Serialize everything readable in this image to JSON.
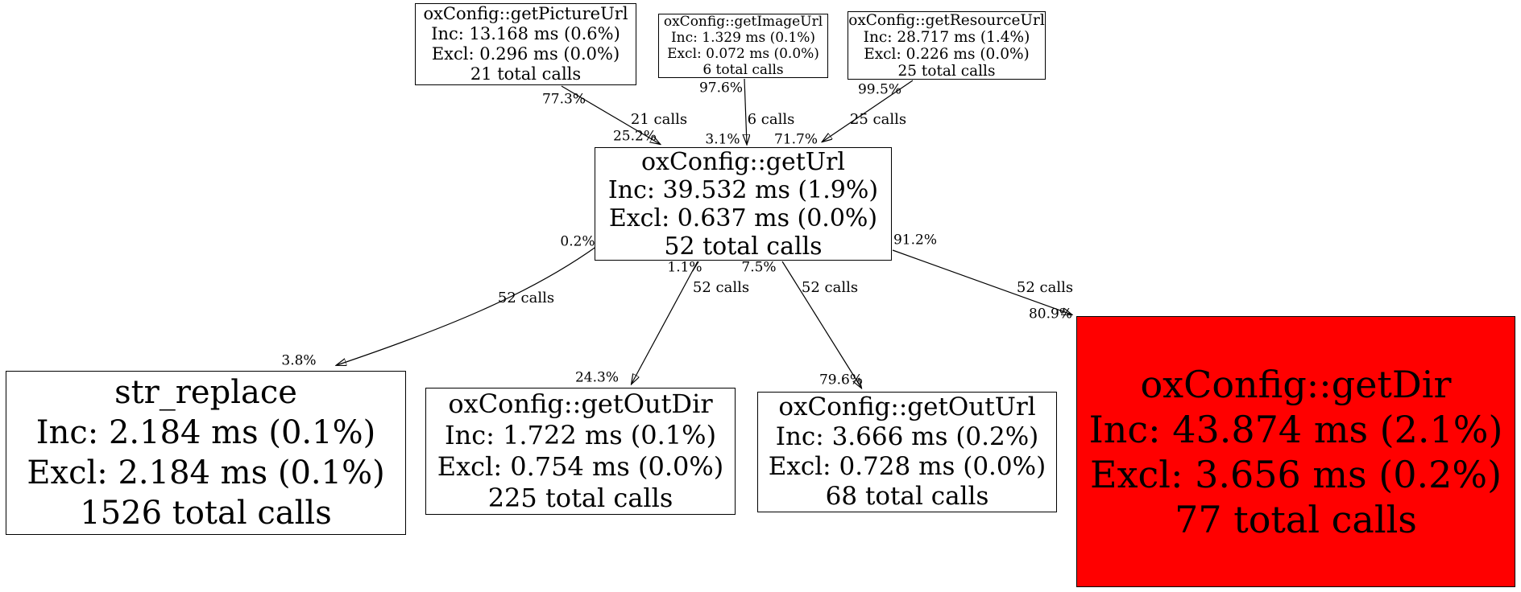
{
  "background": "#ffffff",
  "colors": {
    "node_fill": "#ffffff",
    "hot_node_fill": "#ff0000",
    "node_border": "#000000",
    "text": "#000000",
    "edge": "#000000"
  },
  "nodes": {
    "getPictureUrl": {
      "title": "oxConfig::getPictureUrl",
      "inc": "Inc: 13.168 ms (0.6%)",
      "excl": "Excl: 0.296 ms (0.0%)",
      "total_calls": "21 total calls"
    },
    "getImageUrl": {
      "title": "oxConfig::getImageUrl",
      "inc": "Inc: 1.329 ms (0.1%)",
      "excl": "Excl: 0.072 ms (0.0%)",
      "total_calls": "6 total calls"
    },
    "getResourceUrl": {
      "title": "oxConfig::getResourceUrl",
      "inc": "Inc: 28.717 ms (1.4%)",
      "excl": "Excl: 0.226 ms (0.0%)",
      "total_calls": "25 total calls"
    },
    "getUrl": {
      "title": "oxConfig::getUrl",
      "inc": "Inc: 39.532 ms (1.9%)",
      "excl": "Excl: 0.637 ms (0.0%)",
      "total_calls": "52 total calls"
    },
    "strReplace": {
      "title": "str_replace",
      "inc": "Inc: 2.184 ms (0.1%)",
      "excl": "Excl: 2.184 ms (0.1%)",
      "total_calls": "1526 total calls"
    },
    "getOutDir": {
      "title": "oxConfig::getOutDir",
      "inc": "Inc: 1.722 ms (0.1%)",
      "excl": "Excl: 0.754 ms (0.0%)",
      "total_calls": "225 total calls"
    },
    "getOutUrl": {
      "title": "oxConfig::getOutUrl",
      "inc": "Inc: 3.666 ms (0.2%)",
      "excl": "Excl: 0.728 ms (0.0%)",
      "total_calls": "68 total calls"
    },
    "getDir": {
      "title": "oxConfig::getDir",
      "inc": "Inc: 43.874 ms (2.1%)",
      "excl": "Excl: 3.656 ms (0.2%)",
      "total_calls": "77 total calls"
    }
  },
  "edges": {
    "pictureUrl_getUrl": {
      "source_pct": "77.3%",
      "calls": "21 calls",
      "target_pct": "25.2%"
    },
    "imageUrl_getUrl": {
      "source_pct": "97.6%",
      "calls": "6 calls",
      "target_pct": "3.1%"
    },
    "resourceUrl_getUrl": {
      "source_pct": "99.5%",
      "calls": "25 calls",
      "target_pct": "71.7%"
    },
    "getUrl_strReplace": {
      "source_pct": "0.2%",
      "calls": "52 calls",
      "target_pct": "3.8%"
    },
    "getUrl_getOutDir": {
      "source_pct": "1.1%",
      "calls": "52 calls",
      "target_pct": "24.3%"
    },
    "getUrl_getOutUrl": {
      "source_pct": "7.5%",
      "calls": "52 calls",
      "target_pct": "79.6%"
    },
    "getUrl_getDir": {
      "source_pct": "91.2%",
      "calls": "52 calls",
      "target_pct": "80.9%"
    }
  }
}
